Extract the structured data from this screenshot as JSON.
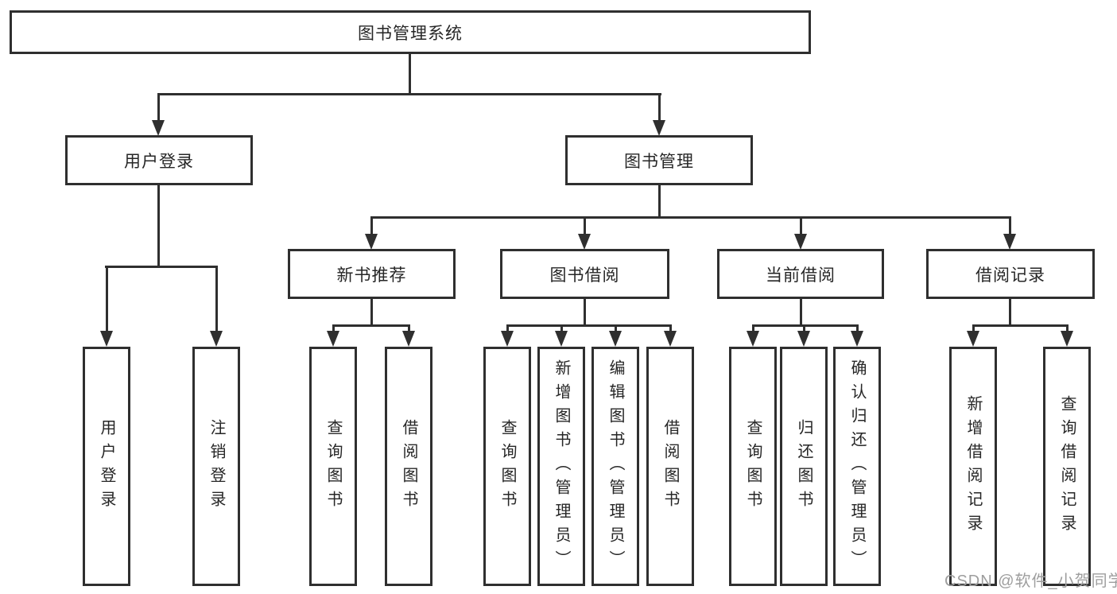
{
  "tree": {
    "root": {
      "label": "图书管理系统"
    },
    "level1": [
      {
        "id": "user-login",
        "label": "用户登录"
      },
      {
        "id": "book-management",
        "label": "图书管理"
      }
    ],
    "level2": [
      {
        "id": "new-book-recommend",
        "label": "新书推荐"
      },
      {
        "id": "book-borrow",
        "label": "图书借阅"
      },
      {
        "id": "current-borrow",
        "label": "当前借阅"
      },
      {
        "id": "borrow-records",
        "label": "借阅记录"
      }
    ],
    "leaves": {
      "user_login": [
        {
          "label": "用户登录"
        },
        {
          "label": "注销登录"
        }
      ],
      "new_book_recommend": [
        {
          "label": "查询图书"
        },
        {
          "label": "借阅图书"
        }
      ],
      "book_borrow": [
        {
          "label": "查询图书"
        },
        {
          "label": "新增图书（管理员）"
        },
        {
          "label": "编辑图书（管理员）"
        },
        {
          "label": "借阅图书"
        }
      ],
      "current_borrow": [
        {
          "label": "查询图书"
        },
        {
          "label": "归还图书"
        },
        {
          "label": "确认归还（管理员）"
        }
      ],
      "borrow_records": [
        {
          "label": "新增借阅记录"
        },
        {
          "label": "查询借阅记录"
        }
      ]
    }
  },
  "watermark": {
    "text": "CSDN @软件_小贺同学",
    "color": "#9e9e9e"
  },
  "colors": {
    "line": "#2f2f2f",
    "text": "#262626",
    "box_background": "#ffffff",
    "page_background": "#ffffff",
    "watermark_color": "#9e9e9e"
  }
}
